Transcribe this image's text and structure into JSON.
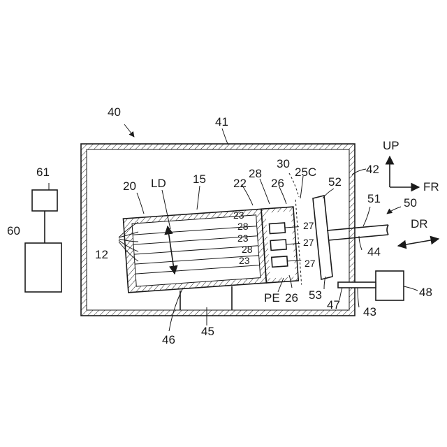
{
  "labels": {
    "n40": "40",
    "n41": "41",
    "n42": "42",
    "n61": "61",
    "n60": "60",
    "n20": "20",
    "nLD": "LD",
    "n15": "15",
    "n22": "22",
    "n28a": "28",
    "n30": "30",
    "n25C": "25C",
    "n26a": "26",
    "n52": "52",
    "n51": "51",
    "n50": "50",
    "nUP": "UP",
    "nFR": "FR",
    "nDR": "DR",
    "n12": "12",
    "n23a": "23",
    "n28b": "28",
    "n23b": "23",
    "n28c": "28",
    "n23c": "23",
    "n27a": "27",
    "n27b": "27",
    "n27c": "27",
    "n44": "44",
    "nPE": "PE",
    "n26b": "26",
    "n53": "53",
    "n47": "47",
    "n43": "43",
    "n48": "48",
    "n46": "46",
    "n45": "45"
  },
  "colors": {
    "stroke": "#1a1a1a",
    "background": "#ffffff"
  }
}
